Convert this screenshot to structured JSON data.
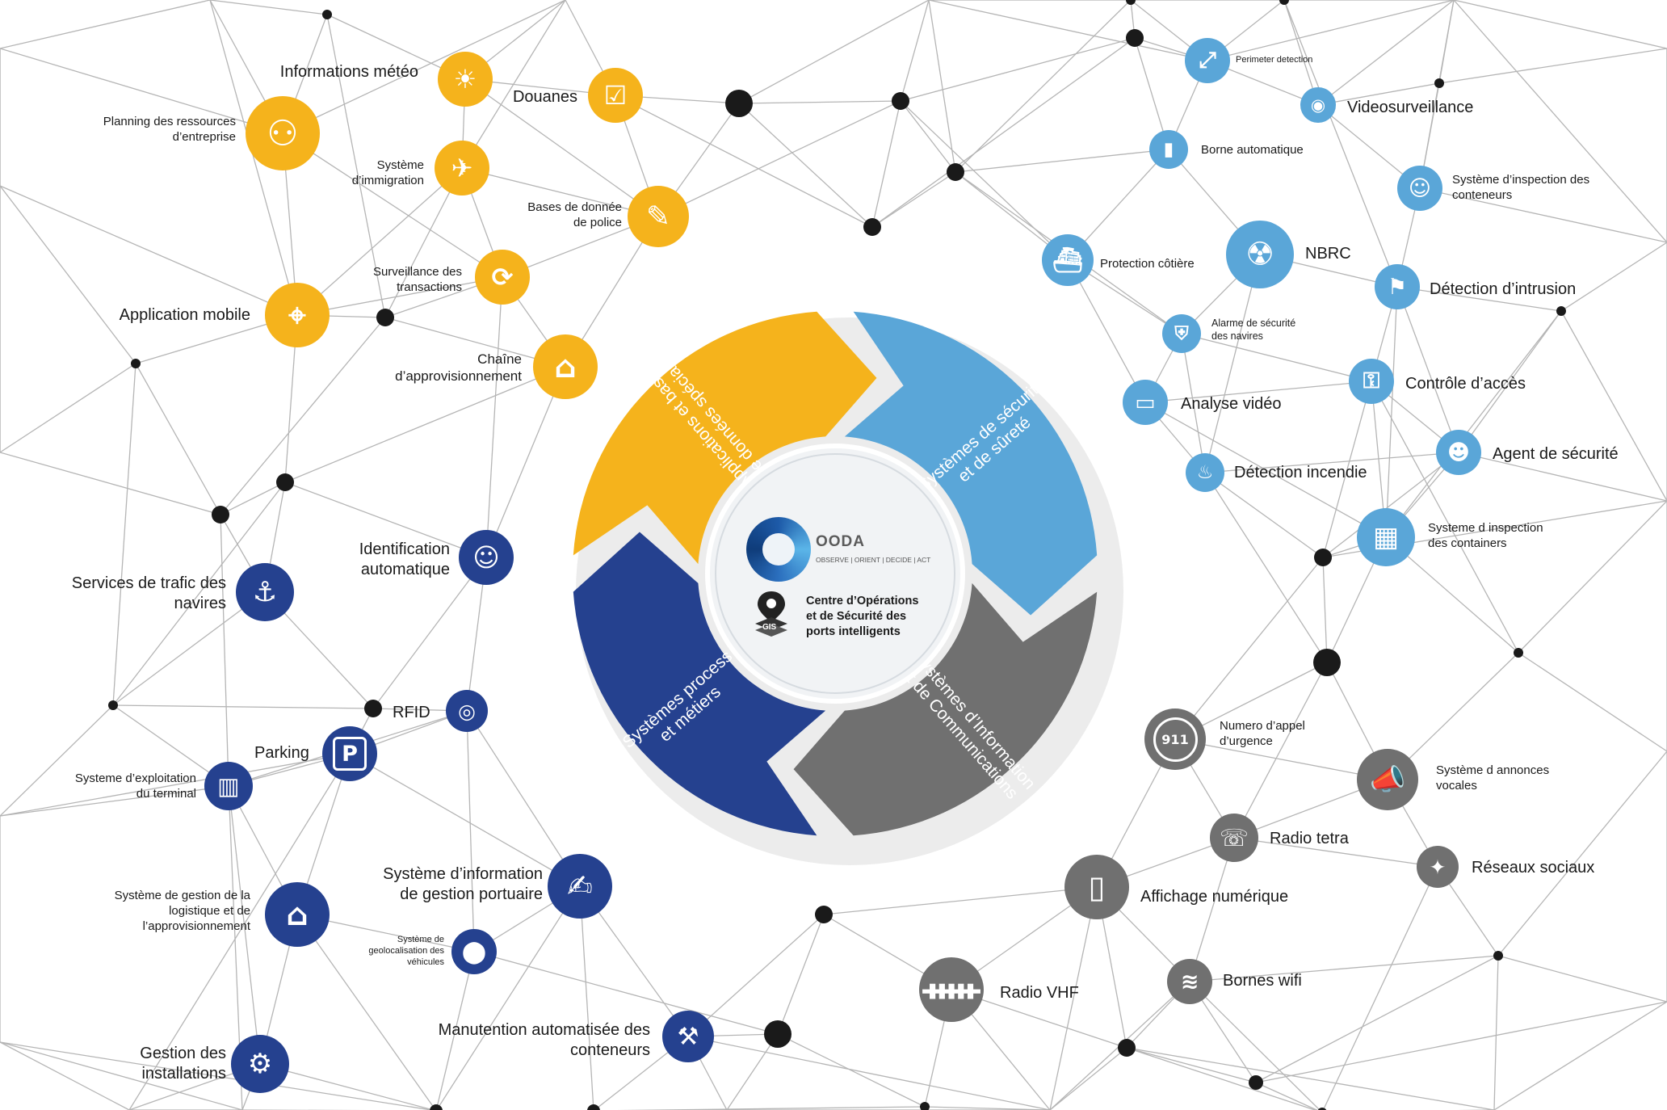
{
  "colors": {
    "yellow": "#f5b31c",
    "light_blue": "#5aa6d8",
    "dark_blue": "#25418f",
    "gray": "#707070",
    "node": "#1a1a1a",
    "line": "#b5b5b5"
  },
  "center": {
    "logo_name": "OODA",
    "logo_tagline": "OBSERVE | ORIENT | DECIDE | ACT",
    "gis_label": "GIS",
    "title_line1": "Centre d’Opérations",
    "title_line2": "et de Sécurité des",
    "title_line3": "ports intelligents"
  },
  "cycle": [
    {
      "id": "apps",
      "lines": [
        "Applications et bases",
        "de données spéciales"
      ],
      "color": "yellow"
    },
    {
      "id": "secu",
      "lines": [
        "Systèmes de sécurité",
        "et de sûreté"
      ],
      "color": "light_blue"
    },
    {
      "id": "info",
      "lines": [
        "Systèmes d’Information",
        "et de Communications"
      ],
      "color": "gray"
    },
    {
      "id": "process",
      "lines": [
        "Systèmes process",
        "et métiers"
      ],
      "color": "dark_blue"
    }
  ],
  "items": [
    {
      "id": "meteo",
      "lines": [
        "Informations météo"
      ],
      "icon": "weather-icon",
      "color": "yellow"
    },
    {
      "id": "erp",
      "lines": [
        "Planning des ressources",
        "d’entreprise"
      ],
      "icon": "org-chart-icon",
      "color": "yellow"
    },
    {
      "id": "douanes",
      "lines": [
        "Douanes"
      ],
      "icon": "customs-icon",
      "color": "yellow"
    },
    {
      "id": "immigration",
      "lines": [
        "Système",
        "d’immigration"
      ],
      "icon": "passport-icon",
      "color": "yellow"
    },
    {
      "id": "police",
      "lines": [
        "Bases de donnée",
        "de police"
      ],
      "icon": "police-icon",
      "color": "yellow"
    },
    {
      "id": "transactions",
      "lines": [
        "Surveillance des",
        "transactions"
      ],
      "icon": "transaction-icon",
      "color": "yellow"
    },
    {
      "id": "mobile",
      "lines": [
        "Application mobile"
      ],
      "icon": "mobile-icon",
      "color": "yellow"
    },
    {
      "id": "supply",
      "lines": [
        "Chaîne",
        "d’approvisionnement"
      ],
      "icon": "warehouse-icon",
      "color": "yellow"
    },
    {
      "id": "perimeter",
      "lines": [
        "Perimeter detection"
      ],
      "icon": "perimeter-icon",
      "color": "light_blue"
    },
    {
      "id": "video",
      "lines": [
        "Videosurveillance"
      ],
      "icon": "camera-icon",
      "color": "light_blue"
    },
    {
      "id": "borne",
      "lines": [
        "Borne automatique"
      ],
      "icon": "bollard-icon",
      "color": "light_blue"
    },
    {
      "id": "inspection",
      "lines": [
        "Système d’inspection des",
        "conteneurs"
      ],
      "icon": "inspector-icon",
      "color": "light_blue"
    },
    {
      "id": "cotiere",
      "lines": [
        "Protection côtière"
      ],
      "icon": "boat-icon",
      "color": "light_blue"
    },
    {
      "id": "nbrc",
      "lines": [
        "NBRC"
      ],
      "icon": "gas-mask-icon",
      "color": "light_blue"
    },
    {
      "id": "intrusion",
      "lines": [
        "Détection d’intrusion"
      ],
      "icon": "intrusion-icon",
      "color": "light_blue"
    },
    {
      "id": "alarme",
      "lines": [
        "Alarme de sécurité",
        "des navires"
      ],
      "icon": "shield-lock-icon",
      "color": "light_blue"
    },
    {
      "id": "analyse",
      "lines": [
        "Analyse vidéo"
      ],
      "icon": "monitor-icon",
      "color": "light_blue"
    },
    {
      "id": "acces",
      "lines": [
        "Contrôle d’accès"
      ],
      "icon": "access-card-icon",
      "color": "light_blue"
    },
    {
      "id": "incendie",
      "lines": [
        "Détection incendie"
      ],
      "icon": "fire-icon",
      "color": "light_blue"
    },
    {
      "id": "agent",
      "lines": [
        "Agent de sécurité"
      ],
      "icon": "guard-icon",
      "color": "light_blue"
    },
    {
      "id": "containers",
      "lines": [
        "Systeme d inspection",
        "des containers"
      ],
      "icon": "scanner-icon",
      "color": "light_blue"
    },
    {
      "id": "vts",
      "lines": [
        "Services de trafic des",
        "navires"
      ],
      "icon": "ship-traffic-icon",
      "color": "dark_blue"
    },
    {
      "id": "ais",
      "lines": [
        "Identification",
        "automatique"
      ],
      "icon": "id-badge-icon",
      "color": "dark_blue"
    },
    {
      "id": "rfid",
      "lines": [
        "RFID"
      ],
      "icon": "rfid-icon",
      "color": "dark_blue"
    },
    {
      "id": "parking",
      "lines": [
        "Parking"
      ],
      "icon": "parking-icon",
      "color": "dark_blue",
      "glyph": "P"
    },
    {
      "id": "tos",
      "lines": [
        "Systeme d’exploitation",
        "du terminal"
      ],
      "icon": "terminal-icon",
      "color": "dark_blue"
    },
    {
      "id": "pcs",
      "lines": [
        "Système d’information",
        "de gestion portuaire"
      ],
      "icon": "document-edit-icon",
      "color": "dark_blue"
    },
    {
      "id": "logistique",
      "lines": [
        "Système de gestion de la",
        "logistique et de",
        "l’approvisionnement"
      ],
      "icon": "logistics-icon",
      "color": "dark_blue"
    },
    {
      "id": "geoloc",
      "lines": [
        "Système de",
        "geolocalisation des",
        "véhicules"
      ],
      "icon": "location-pin-icon",
      "color": "dark_blue"
    },
    {
      "id": "manutention",
      "lines": [
        "Manutention automatisée des",
        "conteneurs"
      ],
      "icon": "crane-icon",
      "color": "dark_blue"
    },
    {
      "id": "installations",
      "lines": [
        "Gestion des",
        "installations"
      ],
      "icon": "facility-gear-icon",
      "color": "dark_blue"
    },
    {
      "id": "urgence",
      "lines": [
        "Numero d’appel",
        "d’urgence"
      ],
      "icon": "emergency-911-icon",
      "color": "gray",
      "glyph": "911"
    },
    {
      "id": "annonces",
      "lines": [
        "Système d annonces",
        "vocales"
      ],
      "icon": "megaphone-icon",
      "color": "gray"
    },
    {
      "id": "tetra",
      "lines": [
        "Radio tetra"
      ],
      "icon": "radio-icon",
      "color": "gray"
    },
    {
      "id": "social",
      "lines": [
        "Réseaux sociaux"
      ],
      "icon": "twitter-icon",
      "color": "gray"
    },
    {
      "id": "affichage",
      "lines": [
        "Affichage numérique"
      ],
      "icon": "display-icon",
      "color": "gray"
    },
    {
      "id": "wifi",
      "lines": [
        "Bornes wifi"
      ],
      "icon": "wifi-icon",
      "color": "gray"
    },
    {
      "id": "vhf",
      "lines": [
        "Radio VHF"
      ],
      "icon": "antenna-icon",
      "color": "gray"
    }
  ]
}
